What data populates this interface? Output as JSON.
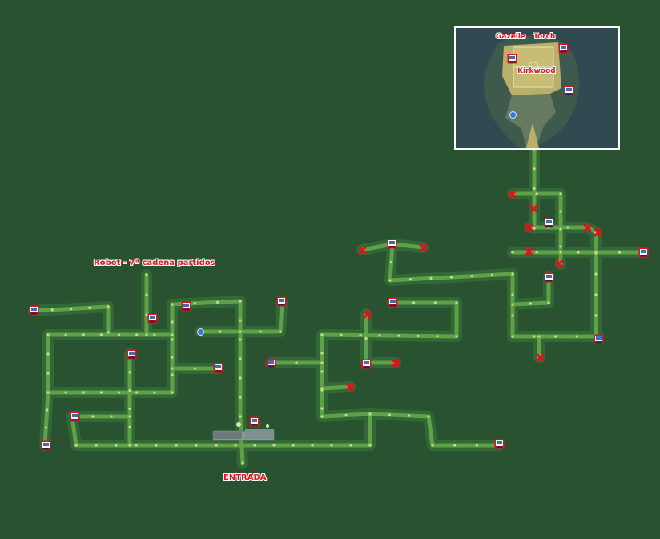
{
  "labels": {
    "robot": "Robot - 7ª cadena partidos",
    "entrance": "ENTRADA"
  },
  "minimap": {
    "gazelle": "Gazelle",
    "torch": "Torch",
    "kirkwood": "Kirkwood"
  },
  "icons": {
    "trainer": "trainer-icon",
    "marker": "red-x-marker-icon",
    "player": "player-dot-icon",
    "bridge": "bridge-icon"
  },
  "colors": {
    "background": "#285230",
    "path": "#5fa146",
    "label": "#e8141b",
    "marker": "#e3101b",
    "stadium_ground": "#b9ae6a"
  }
}
